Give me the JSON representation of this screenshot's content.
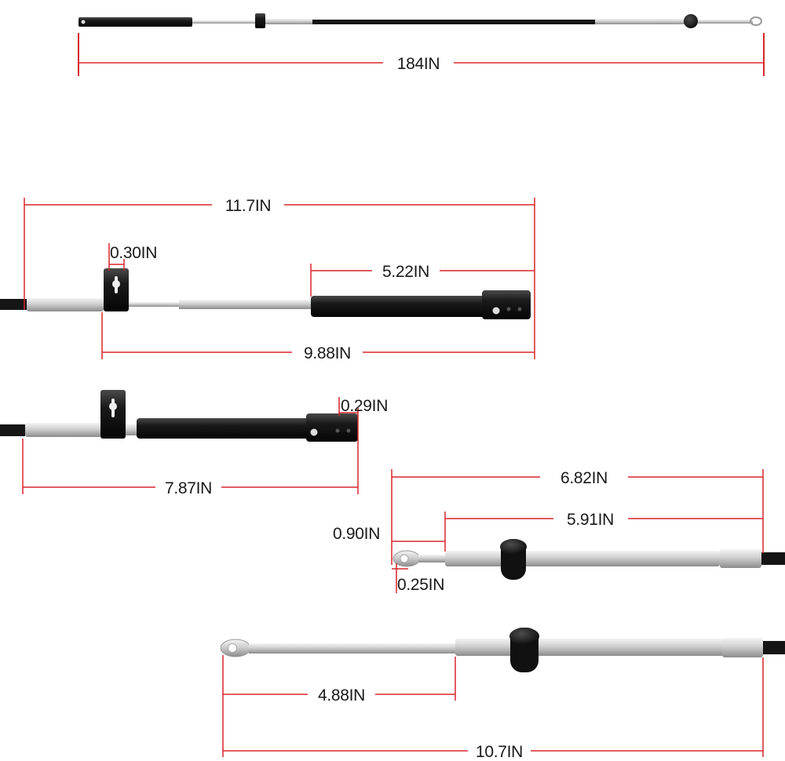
{
  "colors": {
    "dimension_line": "#d8262c",
    "black_part": "#151515",
    "chrome": "#c9c9c9",
    "chrome_dark": "#8d8d8d",
    "label": "#1a1a1a"
  },
  "dimensions": {
    "total_length": "184IN",
    "top_overall": "11.7IN",
    "top_clamp_width": "0.30IN",
    "top_sleeve_length": "5.22IN",
    "top_clamp_to_end": "9.88IN",
    "mid_hole_offset": "0.29IN",
    "mid_overall": "7.87IN",
    "right_overall": "6.82IN",
    "right_rod_to_end": "5.91IN",
    "right_eye_length": "0.90IN",
    "right_hole_diameter": "0.25IN",
    "bottom_eye_to_knob": "4.88IN",
    "bottom_overall": "10.7IN"
  }
}
